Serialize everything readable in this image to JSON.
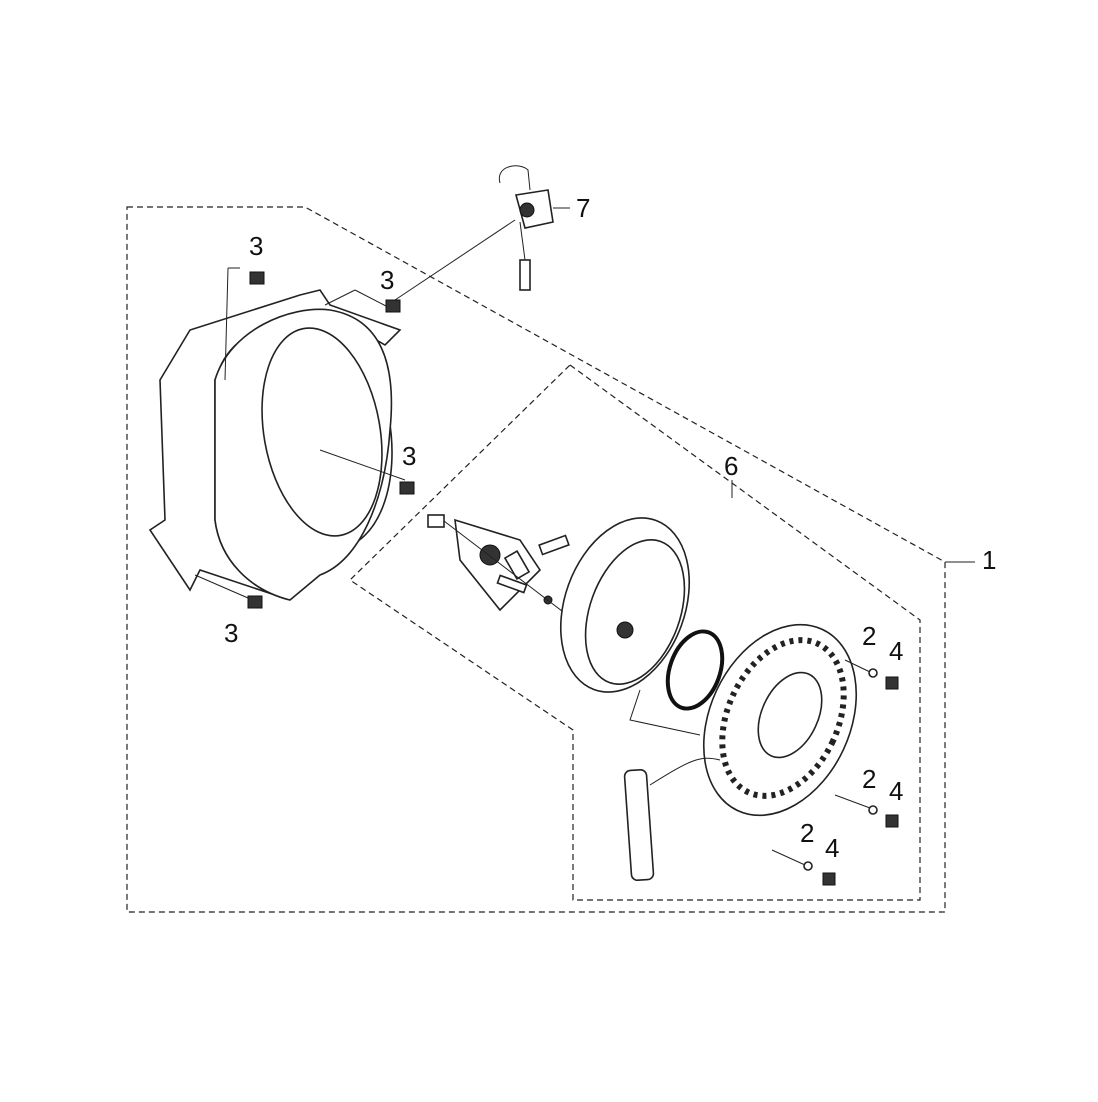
{
  "diagram": {
    "callouts": {
      "recoil_starter_assembly": "1",
      "washer_a": "2",
      "washer_b": "2",
      "washer_c": "2",
      "bolt_top_left": "3",
      "bolt_top_right": "3",
      "bolt_middle": "3",
      "bolt_bottom": "3",
      "bolt_4a": "4",
      "bolt_4b": "4",
      "bolt_4c": "4",
      "starter_subassembly": "6",
      "switch": "7"
    }
  }
}
